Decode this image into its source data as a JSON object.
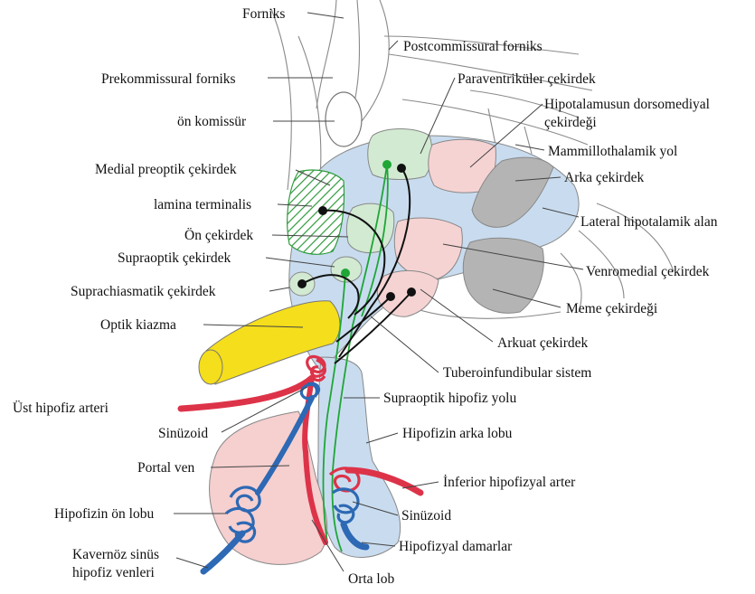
{
  "labels": {
    "forniks": "Forniks",
    "postcommissural_forniks": "Postcommissural forniks",
    "prekommissural_forniks": "Prekommissural forniks",
    "paraventrikuler_cekirdek": "Paraventriküler çekirdek",
    "hipotalamus_dorsomedial_1": "Hipotalamusun dorsomediyal",
    "hipotalamus_dorsomedial_2": "çekirdeği",
    "on_komissur": "ön komissür",
    "mammillothalamik_yol": "Mammillothalamik yol",
    "medial_preoptik_cekirdek": "Medial preoptik çekirdek",
    "arka_cekirdek": "Arka çekirdek",
    "lamina_terminalis": "lamina terminalis",
    "lateral_hipotalamik_alan": "Lateral hipotalamik alan",
    "on_cekirdek": "Ön çekirdek",
    "supraoptik_cekirdek": "Supraoptik çekirdek",
    "venromedial_cekirdek": "Venromedial çekirdek",
    "suprachiasmatik_cekirdek": "Suprachiasmatik çekirdek",
    "meme_cekirdegi": "Meme çekirdeği",
    "optik_kiazma": "Optik kiazma",
    "arkuat_cekirdek": "Arkuat çekirdek",
    "tuberoinfundibular_sistem": "Tuberoinfundibular sistem",
    "ust_hipofiz_arteri": "Üst hipofiz arteri",
    "supraoptik_hipofiz_yolu": "Supraoptik hipofiz yolu",
    "sinuzoid_left": "Sinüzoid",
    "hipofizin_arka_lobu": "Hipofizin arka lobu",
    "portal_ven": "Portal ven",
    "inferior_hipofizyal_arter": "İnferior hipofizyal arter",
    "hipofizin_on_lobu": "Hipofizin ön lobu",
    "sinuzoid_right": "Sinüzoid",
    "hipofizyal_damarlar": "Hipofizyal damarlar",
    "kavernoz_1": "Kavernöz sinüs",
    "kavernoz_2": "hipofiz venleri",
    "orta_lob": "Orta lob"
  },
  "colors": {
    "hypothalamus_blue": "#c9dcef",
    "nucleus_green": "#d2ead2",
    "nucleus_pink": "#f6d3d3",
    "nucleus_gray": "#b4b4b4",
    "neuron_green": "#1fa637",
    "optic_yellow": "#f5de1b",
    "artery_red": "#dd3349",
    "vein_blue": "#2d69b4",
    "anterior_lobe_pink": "#f6cfcf",
    "posterior_lobe_blue": "#c9dcef"
  }
}
